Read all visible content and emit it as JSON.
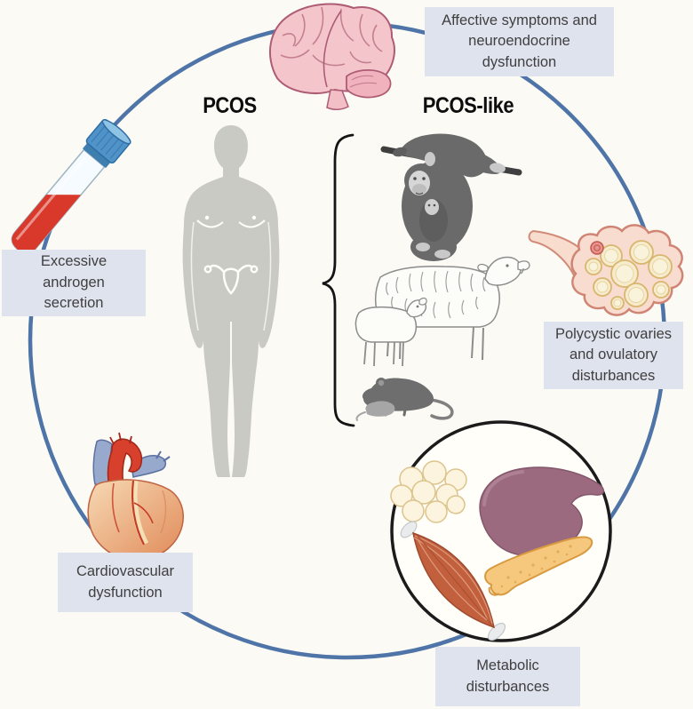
{
  "figure": {
    "background": "#fbfaf4",
    "ring_color": "#4e74a8",
    "label_bg": "#dfe3ee",
    "label_text_color": "#3f3f3f",
    "metabolic_ring_color": "#1b1b1b",
    "headings": {
      "pcos": "PCOS",
      "pcos_like": "PCOS-like"
    },
    "callouts": {
      "affective": {
        "text": "Affective symptoms and\nneuroendocrine\ndysfunction"
      },
      "androgen": {
        "text": "Excessive\nandrogen\nsecretion"
      },
      "ovary": {
        "text": "Polycystic ovaries\nand ovulatory\ndisturbances"
      },
      "cardio": {
        "text": "Cardiovascular\ndysfunction"
      },
      "metabolic": {
        "text": "Metabolic\ndisturbances"
      }
    },
    "illustrations": [
      {
        "icon": "brain-icon",
        "meaning": "brain"
      },
      {
        "icon": "blood-tube-icon",
        "meaning": "blood sample tube with blue cap"
      },
      {
        "icon": "female-silhouette",
        "meaning": "woman silhouette with uterus outline"
      },
      {
        "icon": "chimpanzee-icon",
        "meaning": "chimpanzee hanging from branch with infant"
      },
      {
        "icon": "sheep-icon",
        "meaning": "ewe with lamb"
      },
      {
        "icon": "mouse-icon",
        "meaning": "mouse with pup"
      },
      {
        "icon": "ovary-icon",
        "meaning": "polycystic ovary with follicles"
      },
      {
        "icon": "heart-icon",
        "meaning": "anatomical heart"
      },
      {
        "icon": "adipose-icon",
        "meaning": "fat cells"
      },
      {
        "icon": "liver-icon",
        "meaning": "liver"
      },
      {
        "icon": "muscle-icon",
        "meaning": "skeletal muscle"
      },
      {
        "icon": "pancreas-icon",
        "meaning": "pancreas"
      }
    ]
  }
}
